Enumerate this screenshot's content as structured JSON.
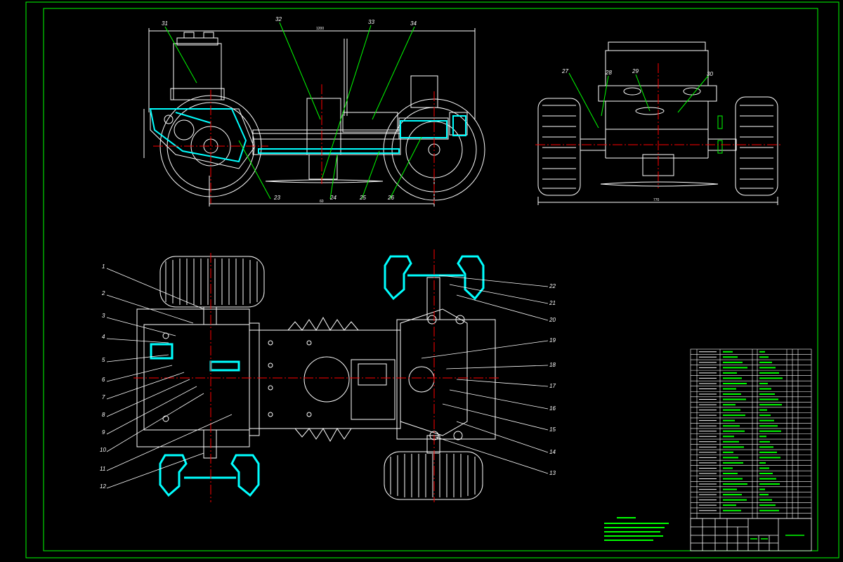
{
  "drawing": {
    "background": "#000000",
    "frame_color": "#00ff00",
    "line_color": "#ffffff",
    "highlight_color": "#00ffff",
    "center_color": "#ff0000"
  },
  "side_view": {
    "callouts": [
      "31",
      "32",
      "33",
      "34",
      "23",
      "24",
      "25",
      "26"
    ],
    "dims": [
      "1200",
      "60"
    ]
  },
  "front_view": {
    "callouts": [
      "27",
      "28",
      "29",
      "30"
    ],
    "dims": [
      "770"
    ]
  },
  "plan_view": {
    "left_callouts": [
      "1",
      "2",
      "3",
      "4",
      "5",
      "6",
      "7",
      "8",
      "9",
      "10",
      "11",
      "12"
    ],
    "right_callouts": [
      "22",
      "21",
      "20",
      "19",
      "18",
      "17",
      "16",
      "15",
      "14",
      "13"
    ]
  }
}
